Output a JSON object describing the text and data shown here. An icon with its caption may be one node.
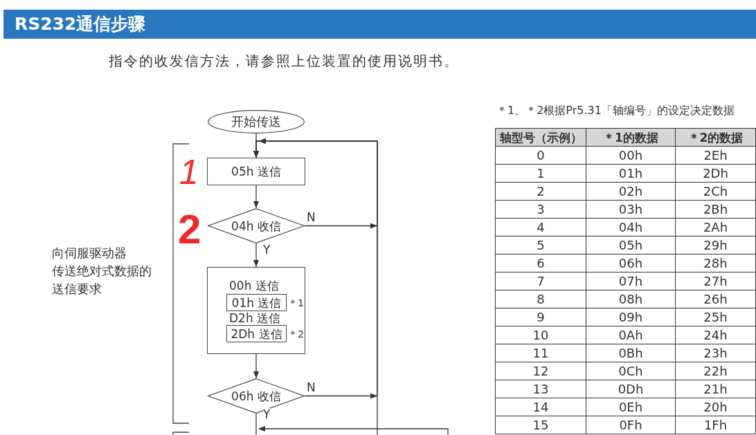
{
  "diagram": {
    "title": "RS232通信步骤",
    "nodes": [
      {
        "text": [
          "开始传送"
        ]
      },
      {
        "text": [
          "05h 送信"
        ]
      },
      {
        "text": [
          "04h 收信"
        ]
      },
      {
        "text": [
          "00h 送信",
          "D2h 送信"
        ]
      },
      {
        "text": [
          "01h 送信"
        ],
        "in": 3,
        "beside": [
          "＊1"
        ]
      },
      {
        "text": [
          "2Dh 送信"
        ],
        "in": 3,
        "beside": [
          "＊2"
        ]
      },
      {
        "text": [
          "06h 收信"
        ]
      }
    ],
    "edges": [
      {
        "from": 0,
        "to": 1,
        "arrow": "to"
      },
      {
        "from": 1,
        "to": 2,
        "arrow": "to"
      },
      {
        "from": 2,
        "to": 3,
        "arrow": "to",
        "label": "Y"
      },
      {
        "from": 2,
        "to": 1,
        "arrow": "to",
        "label": "N"
      },
      {
        "from": 3,
        "to": 6,
        "arrow": "to"
      },
      {
        "from": 6,
        "to": 1,
        "arrow": "to",
        "label": "N"
      },
      {
        "from": 6,
        "to": null,
        "arrow": "none",
        "label": "Y"
      },
      {
        "from": null,
        "to": 1,
        "arrow": "to"
      }
    ],
    "labels": [
      "指令的收发信方法，请参照上位装置的使用说明书。",
      "1",
      "2",
      "向伺服驱动器传送绝对式数据的送信要求",
      "＊1、＊2根据Pr5.31「轴编号」的设定决定数据",
      "轴型号（示例）",
      "＊1的数据",
      "＊2的数据",
      "0",
      "00h",
      "2Eh",
      "1",
      "01h",
      "2Dh",
      "2",
      "02h",
      "2Ch",
      "3",
      "03h",
      "2Bh",
      "4",
      "04h",
      "2Ah",
      "5",
      "05h",
      "29h",
      "6",
      "06h",
      "28h",
      "7",
      "07h",
      "27h",
      "8",
      "08h",
      "26h",
      "9",
      "09h",
      "25h",
      "10",
      "0Ah",
      "24h",
      "11",
      "0Bh",
      "23h",
      "12",
      "0Ch",
      "22h",
      "13",
      "0Dh",
      "21h",
      "14",
      "0Eh",
      "20h",
      "15",
      "0Fh",
      "1Fh"
    ]
  }
}
